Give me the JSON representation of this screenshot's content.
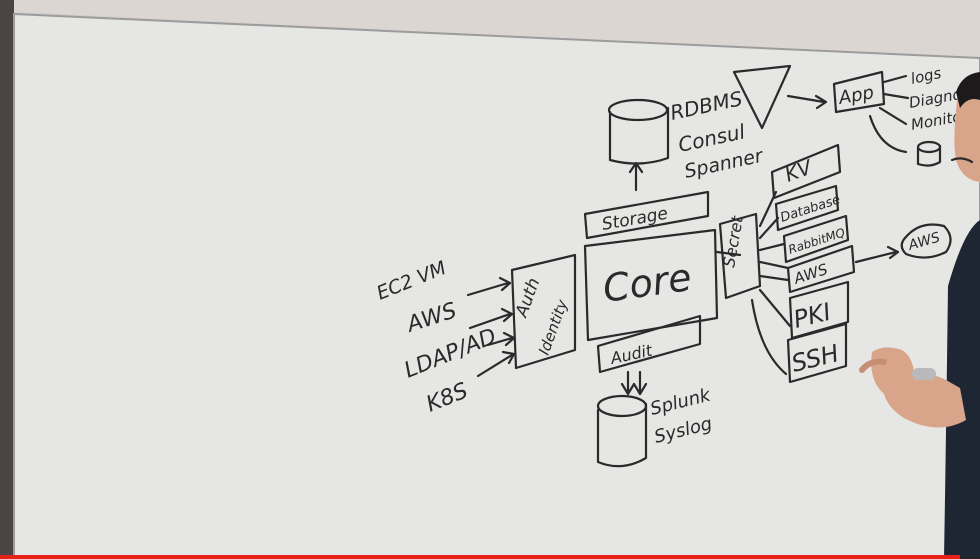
{
  "colors": {
    "whiteboard": "#e6e6e4",
    "wall": "#d9d4d2",
    "ink": "#2a2a2a",
    "progress": "#e62117",
    "skin": "#d9a58a",
    "shirt": "#1f2633"
  },
  "progress": {
    "played_fraction": 0.98
  },
  "labels": {
    "rdbms": "RDBMS",
    "consul": "Consul",
    "spanner": "Spanner",
    "storage": "Storage",
    "core": "Core",
    "audit": "Audit",
    "splunk": "Splunk",
    "syslog": "Syslog",
    "auth_1": "Auth",
    "auth_2": "Identity",
    "ec2": "EC2 VM",
    "aws_src": "AWS",
    "ldap": "LDAP/AD",
    "k8s": "K8S",
    "secret": "Secret",
    "kv": "KV",
    "database": "Database",
    "rabbitmq": "RabbitMQ",
    "aws_engine": "AWS",
    "pki": "PKI",
    "ssh": "SSH",
    "aws_target": "AWS",
    "app": "App",
    "logs": "logs",
    "diagnostics": "Diagnost",
    "monitor": "Monitor"
  }
}
